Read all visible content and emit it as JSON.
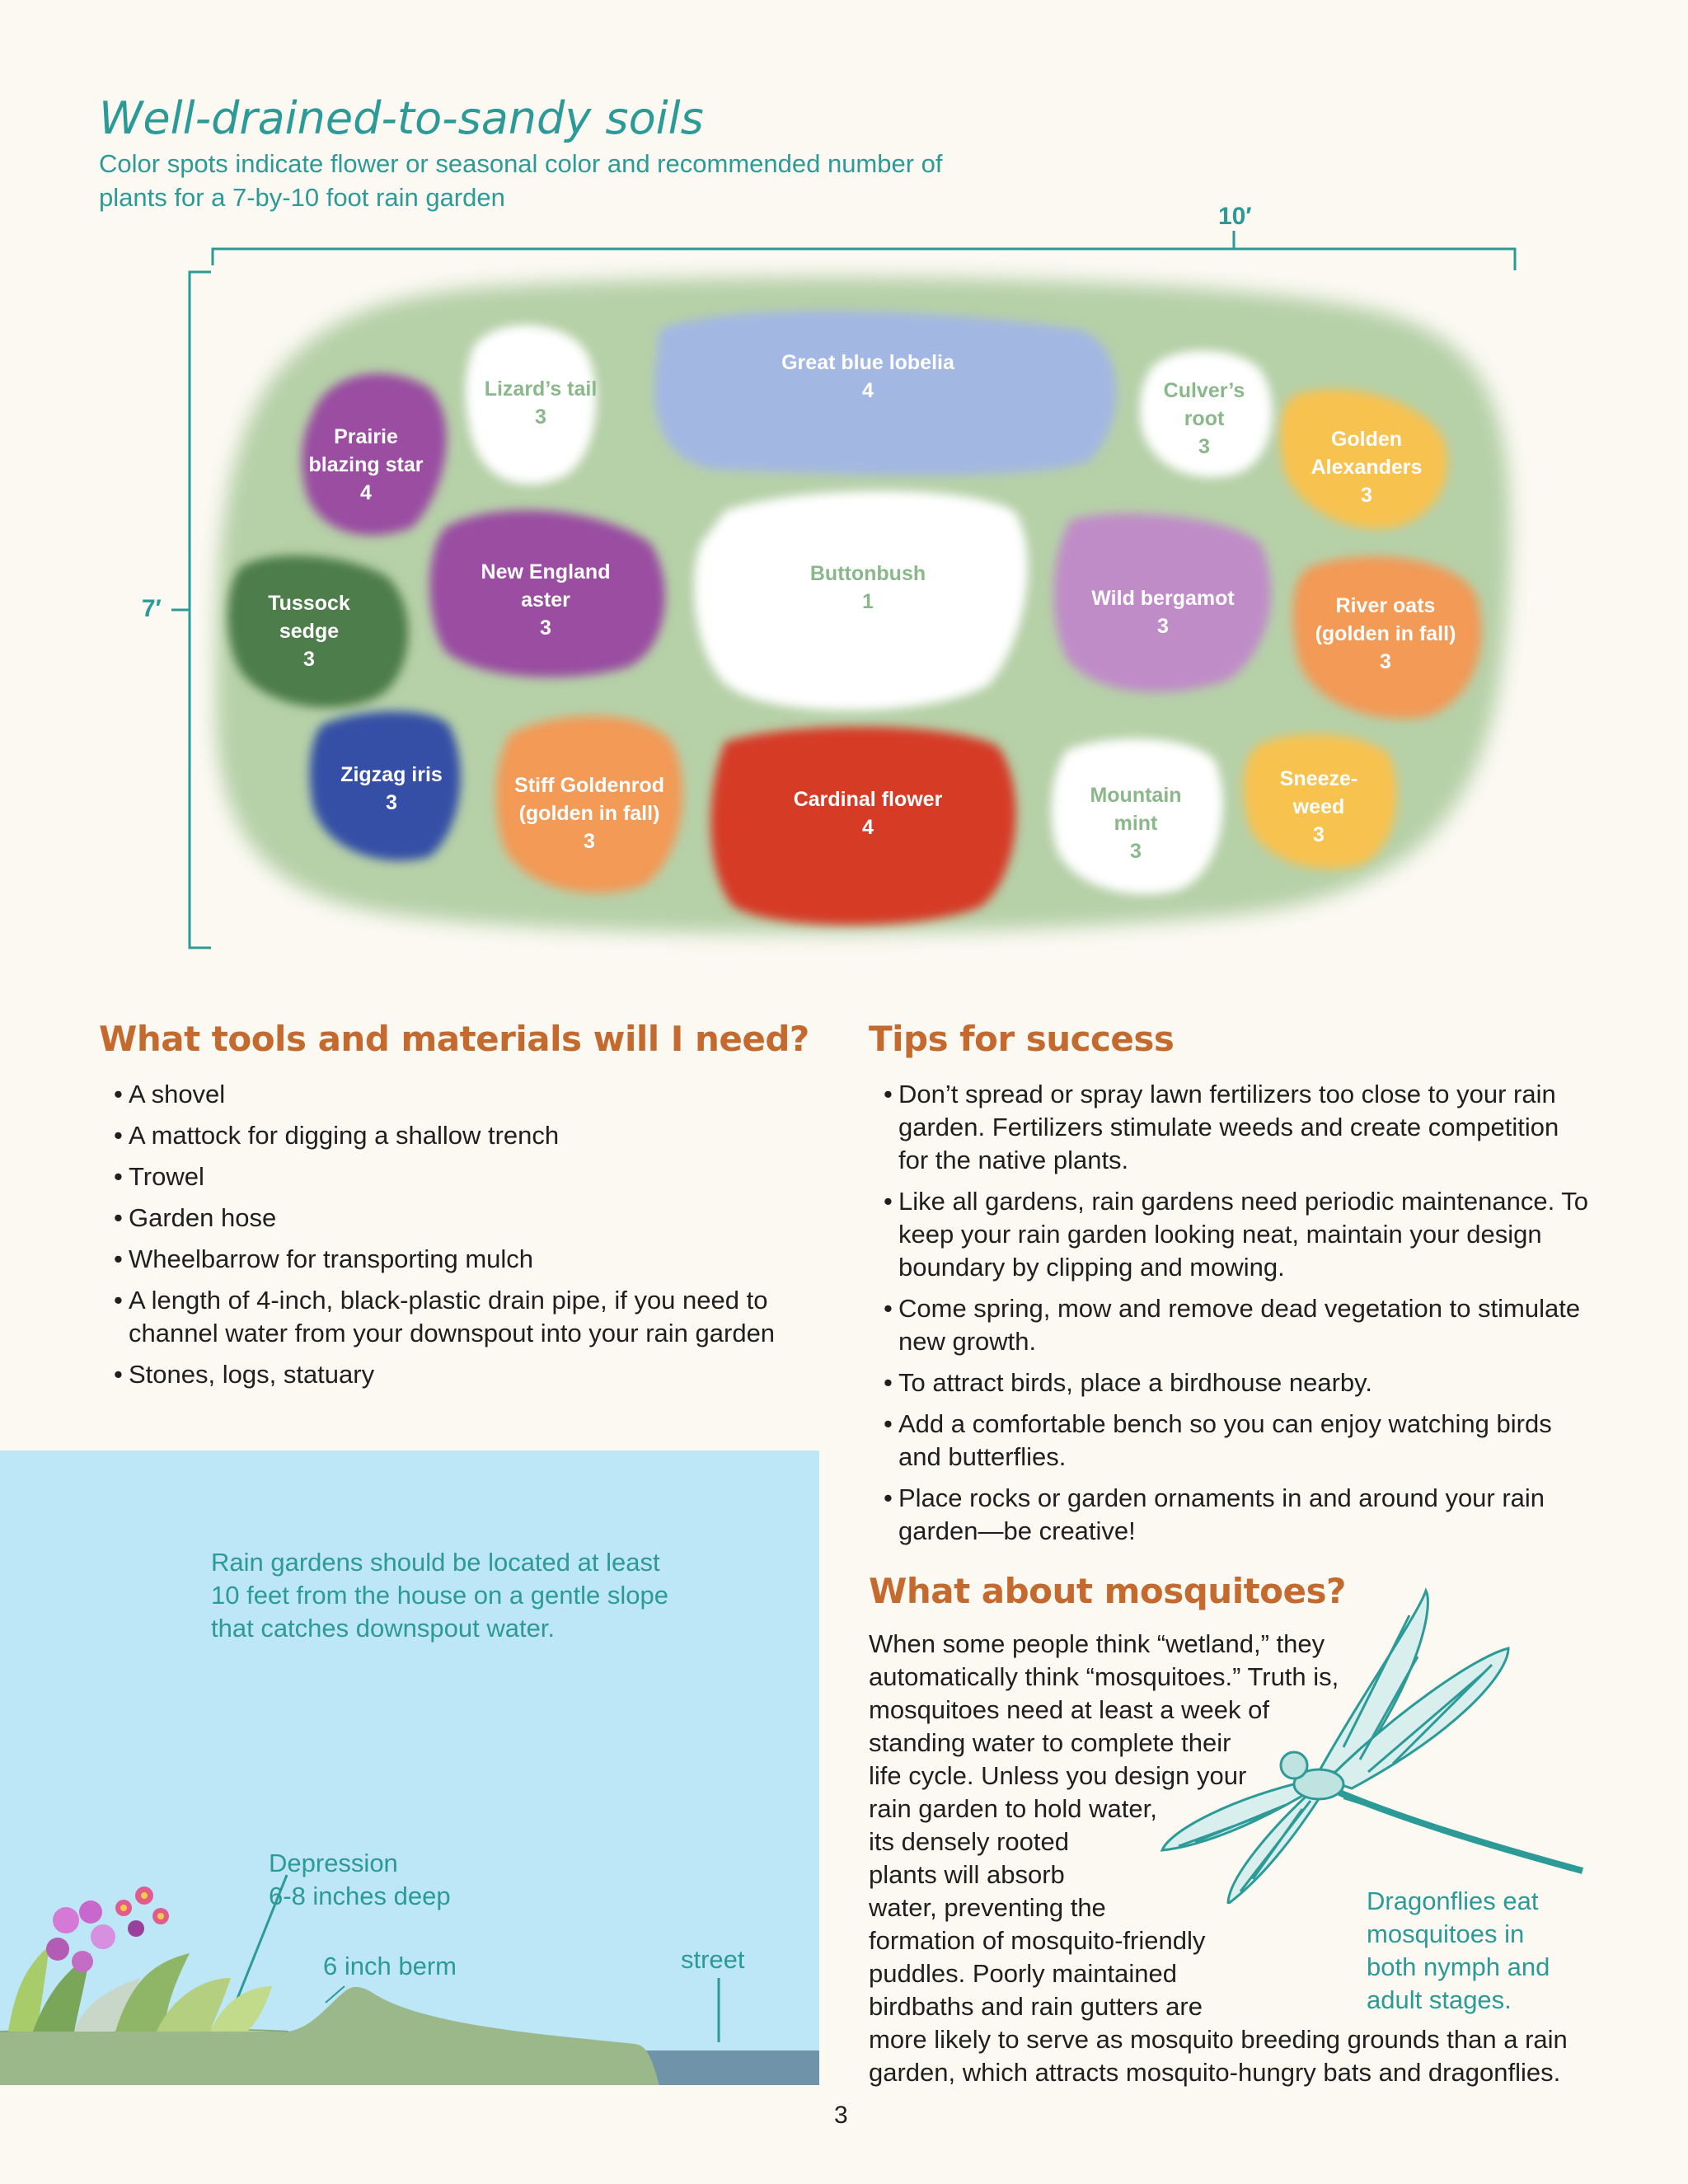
{
  "header": {
    "title": "Well-drained-to-sandy soils",
    "subtitle": "Color spots indicate flower or seasonal color and recommended number of plants for a 7-by-10 foot rain garden"
  },
  "dimensions": {
    "width_label": "10′",
    "height_label": "7′"
  },
  "colors": {
    "accent_teal": "#2c9a96",
    "heading_orange": "#c46a2e",
    "garden_bed": "#b5cfa8",
    "sky": "#bde6f6"
  },
  "plants": [
    {
      "name_line1": "Prairie",
      "name_line2": "blazing star",
      "count": "4",
      "color": "#9a4ea1"
    },
    {
      "name_line1": "Lizard’s tail",
      "name_line2": "",
      "count": "3",
      "color": "#ffffff"
    },
    {
      "name_line1": "Great blue lobelia",
      "name_line2": "",
      "count": "4",
      "color": "#a3b7e3"
    },
    {
      "name_line1": "Culver’s",
      "name_line2": "root",
      "count": "3",
      "color": "#ffffff"
    },
    {
      "name_line1": "Golden",
      "name_line2": "Alexanders",
      "count": "3",
      "color": "#f8c250"
    },
    {
      "name_line1": "Tussock",
      "name_line2": "sedge",
      "count": "3",
      "color": "#4e7d4b"
    },
    {
      "name_line1": "New England",
      "name_line2": "aster",
      "count": "3",
      "color": "#9a4ea1"
    },
    {
      "name_line1": "Buttonbush",
      "name_line2": "",
      "count": "1",
      "color": "#ffffff"
    },
    {
      "name_line1": "Wild bergamot",
      "name_line2": "",
      "count": "3",
      "color": "#c08cc8"
    },
    {
      "name_line1": "River oats",
      "name_line2": "(golden in fall)",
      "count": "3",
      "color": "#f29a56"
    },
    {
      "name_line1": "Zigzag iris",
      "name_line2": "",
      "count": "3",
      "color": "#3550a6"
    },
    {
      "name_line1": "Stiff Goldenrod",
      "name_line2": "(golden in fall)",
      "count": "3",
      "color": "#f29a56"
    },
    {
      "name_line1": "Cardinal flower",
      "name_line2": "",
      "count": "4",
      "color": "#d63b26"
    },
    {
      "name_line1": "Mountain",
      "name_line2": "mint",
      "count": "3",
      "color": "#ffffff"
    },
    {
      "name_line1": "Sneeze-",
      "name_line2": "weed",
      "count": "3",
      "color": "#f8c250"
    }
  ],
  "tools": {
    "heading": "What tools and materials will I need?",
    "items": [
      "A shovel",
      "A mattock for digging a shallow trench",
      "Trowel",
      "Garden hose",
      "Wheelbarrow for transporting mulch",
      "A length of 4-inch, black-plastic drain pipe, if you need to channel water from your downspout into your rain garden",
      "Stones, logs, statuary"
    ]
  },
  "tips": {
    "heading": "Tips for success",
    "items": [
      "Don’t spread or spray lawn fertilizers too close to your rain garden. Fertilizers stimulate weeds and create competition for the native plants.",
      "Like all gardens, rain gardens need periodic maintenance. To keep your rain garden looking neat, maintain your design boundary by clipping and mowing.",
      "Come spring, mow and remove dead vegetation to stimulate new growth.",
      "To attract birds, place a birdhouse nearby.",
      "Add a comfortable bench so you can enjoy watching birds and butterflies.",
      "Place rocks or garden ornaments in and around your rain garden—be creative!"
    ]
  },
  "mosquitoes": {
    "heading": "What about mosquitoes?",
    "lines": [
      "When some people think “wetland,” they",
      "automatically think “mosquitoes.” Truth is,",
      "mosquitoes need at least a week of",
      "standing water to complete their",
      "life cycle. Unless you design your",
      "rain garden to hold water,",
      "its densely rooted",
      "plants will absorb",
      "water, preventing the",
      "formation of mosquito-friendly",
      "puddles. Poorly maintained",
      "birdbaths and rain gutters are",
      "more likely to serve as mosquito breeding grounds than a rain",
      "garden, which attracts mosquito-hungry bats and dragonflies."
    ],
    "dragonfly_caption": [
      "Dragonflies eat",
      "mosquitoes in",
      "both nymph and",
      "adult stages."
    ]
  },
  "scene": {
    "location_note": [
      "Rain gardens should be located at least",
      "10 feet from the house on a gentle slope",
      "that catches downspout water."
    ],
    "depression_label": [
      "Depression",
      "6-8 inches deep"
    ],
    "berm_label": "6 inch berm",
    "street_label": "street"
  },
  "page_number": "3"
}
